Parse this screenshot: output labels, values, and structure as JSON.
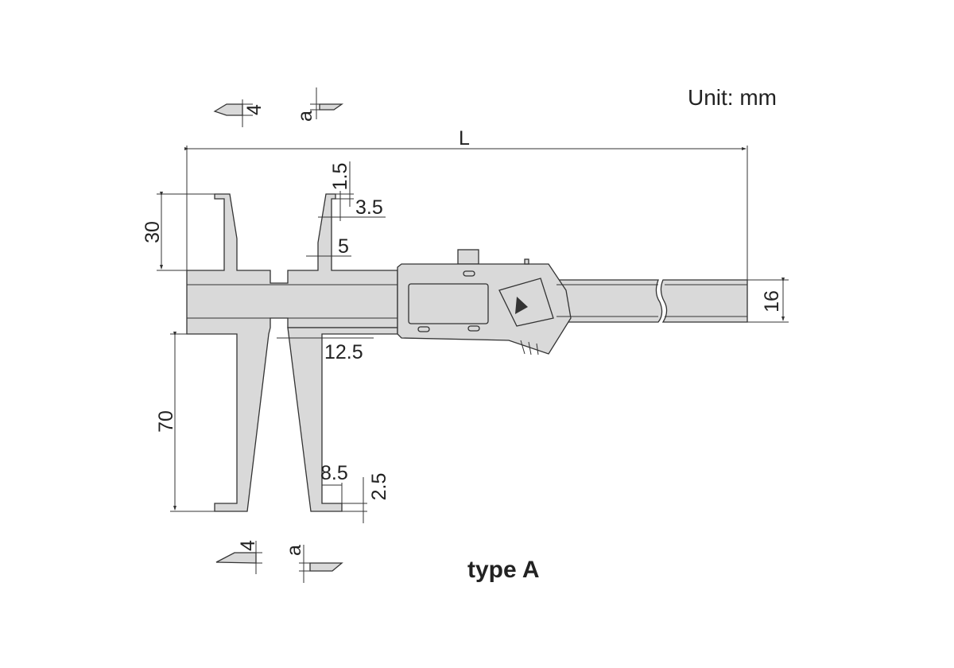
{
  "unit_label": "Unit: mm",
  "caption": "type A",
  "dimensions": {
    "length": "L",
    "upper_jaw_depth": "30",
    "lower_jaw_depth": "70",
    "beam_height": "16",
    "upper_tip_height": "1.5",
    "upper_tip_width": "3.5",
    "upper_jaw_width": "5",
    "lower_jaw_offset": "12.5",
    "lower_tip_width": "8.5",
    "lower_tip_height": "2.5",
    "top_section_thickness": "4",
    "top_section_a": "a",
    "bottom_section_thickness": "4",
    "bottom_section_a": "a"
  },
  "colors": {
    "part_fill": "#d9d9d9",
    "line": "#333333"
  }
}
